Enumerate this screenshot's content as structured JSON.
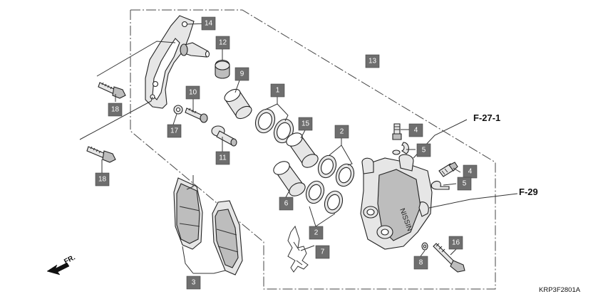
{
  "callouts": {
    "c1": "1",
    "c2a": "2",
    "c2b": "2",
    "c3": "3",
    "c4a": "4",
    "c4b": "4",
    "c5a": "5",
    "c5b": "5",
    "c6": "6",
    "c7": "7",
    "c8": "8",
    "c9": "9",
    "c10": "10",
    "c11": "11",
    "c12": "12",
    "c13": "13",
    "c14": "14",
    "c15": "15",
    "c16": "16",
    "c17": "17",
    "c18a": "18",
    "c18b": "18"
  },
  "references": {
    "f271": "F-27-1",
    "f29": "F-29"
  },
  "direction_label": "FR.",
  "caliper_brand": "NISSIN",
  "diagram_code": "KRP3F2801A",
  "colors": {
    "callout_fill": "#6e6e6e",
    "callout_text": "#ffffff",
    "line": "#333333"
  }
}
